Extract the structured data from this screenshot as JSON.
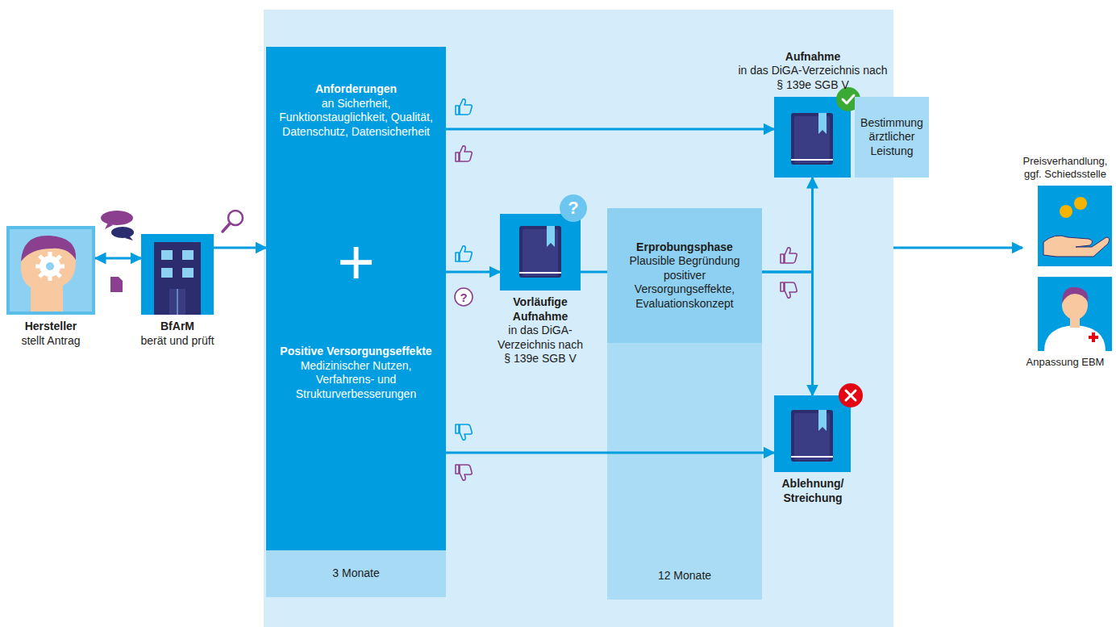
{
  "diagram": {
    "nodes": [
      {
        "text": [
          "Hersteller",
          "stellt Antrag"
        ]
      },
      {
        "text": [
          "BfArM",
          "berät und prüft"
        ]
      },
      {
        "text": [
          "+"
        ]
      },
      {
        "text": [
          "Anforderungen",
          "an Sicherheit, Funktionstauglichkeit, Qualität, Datenschutz, Datensicherheit"
        ],
        "in": 2
      },
      {
        "text": [
          "Positive Versorgungseffekte",
          "Medizinischer Nutzen, Verfahrens- und Strukturverbesserungen"
        ],
        "in": 2
      },
      {
        "text": [
          "3 Monate"
        ],
        "in": 2
      },
      {
        "text": [
          "Vorläufige Aufnahme",
          "in das DiGA-Verzeichnis nach § 139e SGB V"
        ]
      },
      {
        "text": [
          "12 Monate"
        ]
      },
      {
        "text": [
          "Erprobungsphase",
          "Plausible Begründung positiver Versorgungseffekte, Evaluationskonzept"
        ],
        "in": 7
      },
      {
        "text": [
          "Aufnahme",
          "in das DiGA-Verzeichnis nach § 139e SGB V"
        ]
      },
      {
        "text": [
          "Bestimmung ärztlicher Leistung"
        ]
      },
      {
        "text": [
          "Ablehnung/ Streichung"
        ]
      },
      {
        "text": [
          "Preisverhandlung, ggf. Schiedsstelle"
        ]
      },
      {
        "text": [
          "Anpassung EBM"
        ]
      }
    ],
    "edges": [
      {
        "from": 0,
        "to": 1,
        "arrow": "both"
      },
      {
        "from": 1,
        "to": 2,
        "arrow": "to"
      },
      {
        "from": 3,
        "to": 9,
        "arrow": "to"
      },
      {
        "from": 2,
        "to": 6,
        "arrow": "to"
      },
      {
        "from": 4,
        "to": 11,
        "arrow": "to"
      },
      {
        "from": 6,
        "to": 8,
        "arrow": "none"
      },
      {
        "from": 8,
        "to": 9,
        "arrow": "to"
      },
      {
        "from": 8,
        "to": 11,
        "arrow": "to"
      }
    ],
    "labels": [
      "?",
      "?"
    ]
  }
}
